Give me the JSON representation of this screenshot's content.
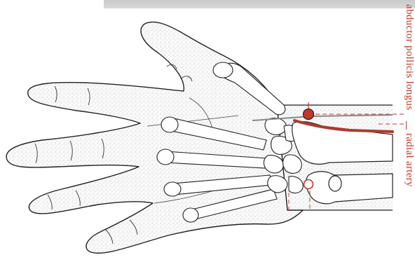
{
  "colors": {
    "accent": "#c0392b",
    "artery": "#b03a2e",
    "outline": "#222222",
    "bone_fill": "#ffffff",
    "skin_fill": "#f5f5f5",
    "stipple": "#9a9a9a"
  },
  "labels": {
    "tendon": "abductor pollicis longus",
    "artery": "radial artery"
  },
  "points": [
    {
      "name": "filled-point",
      "style": "filled"
    },
    {
      "name": "hollow-point",
      "style": "hollow"
    }
  ]
}
